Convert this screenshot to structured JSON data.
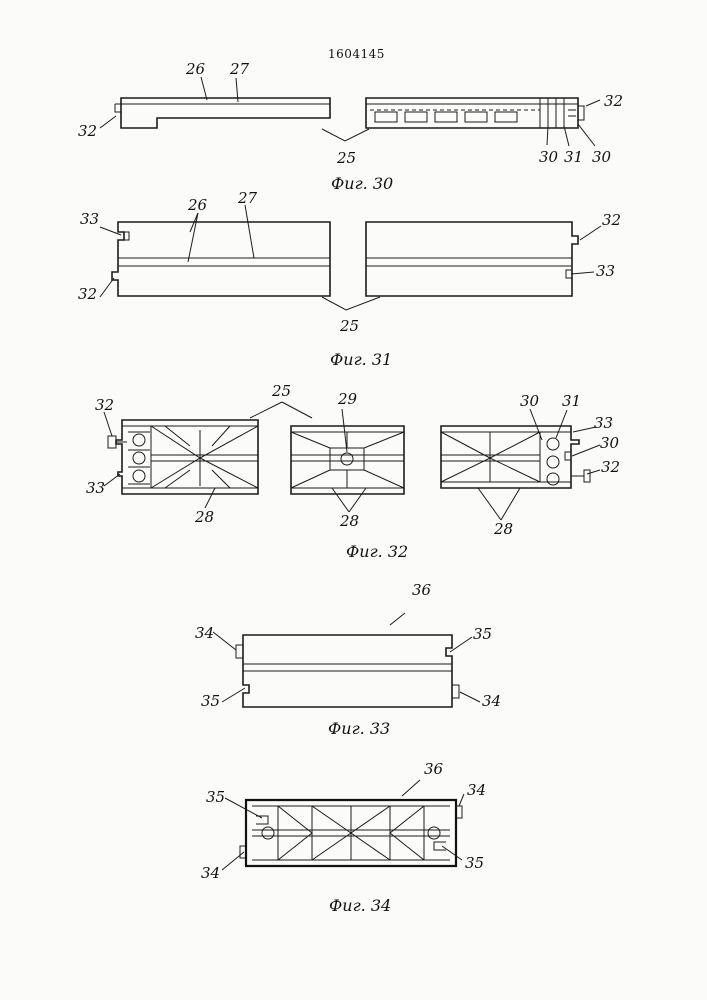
{
  "patent_number": "1604145",
  "figures": [
    {
      "caption": "Фиг. 30",
      "labels": [
        "26",
        "27",
        "32",
        "25",
        "32",
        "30",
        "31",
        "30"
      ]
    },
    {
      "caption": "Фиг. 31",
      "labels": [
        "33",
        "26",
        "27",
        "32",
        "32",
        "33",
        "25"
      ]
    },
    {
      "caption": "Фиг. 32",
      "labels": [
        "25",
        "32",
        "33",
        "28",
        "29",
        "28",
        "30",
        "31",
        "33",
        "30",
        "32",
        "28"
      ]
    },
    {
      "caption": "Фиг. 33",
      "labels": [
        "36",
        "34",
        "35",
        "35",
        "34"
      ]
    },
    {
      "caption": "Фиг. 34",
      "labels": [
        "36",
        "35",
        "34",
        "34",
        "35"
      ]
    }
  ]
}
